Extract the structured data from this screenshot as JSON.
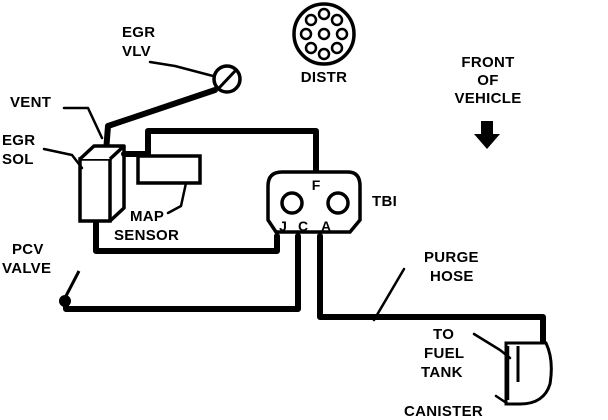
{
  "labels": {
    "egr_vlv": [
      "EGR",
      "VLV"
    ],
    "distr": "DISTR",
    "front_of_vehicle": [
      "FRONT",
      "OF",
      "VEHICLE"
    ],
    "vent": "VENT",
    "egr_sol": [
      "EGR",
      "SOL"
    ],
    "tbi": "TBI",
    "map_sensor": [
      "MAP",
      "SENSOR"
    ],
    "pcv_valve": [
      "PCV",
      "VALVE"
    ],
    "purge_hose": [
      "PURGE",
      "HOSE"
    ],
    "to_fuel_tank": [
      "TO",
      "FUEL",
      "TANK"
    ],
    "canister": "CANISTER"
  },
  "tbi_ports": {
    "f": "F",
    "j": "J",
    "c": "C",
    "a": "A"
  },
  "colors": {
    "line": "#000000",
    "background": "#ffffff"
  },
  "icons": {
    "front_arrow": "arrow-down-icon"
  }
}
